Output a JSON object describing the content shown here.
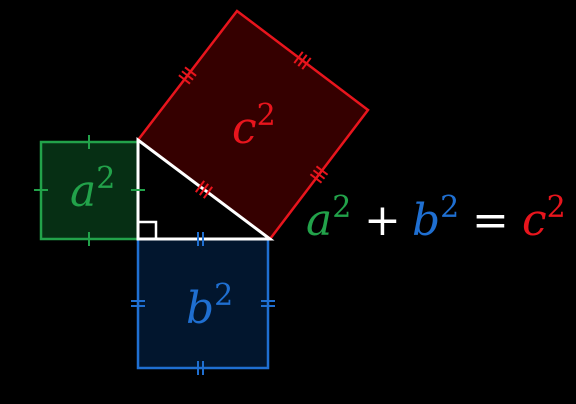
{
  "colors": {
    "background": "#000000",
    "triangle": "#ffffff",
    "square_a_stroke": "#22a24a",
    "square_a_fill": "#062f14",
    "square_b_stroke": "#1f6fd1",
    "square_b_fill": "#02162e",
    "square_c_stroke": "#e8151d",
    "square_c_fill": "#350000"
  },
  "labels": {
    "a_square": {
      "letter": "a",
      "exponent": "2"
    },
    "b_square": {
      "letter": "b",
      "exponent": "2"
    },
    "c_square": {
      "letter": "c",
      "exponent": "2"
    }
  },
  "formula": {
    "term1": {
      "letter": "a",
      "exponent": "2"
    },
    "plus": "+",
    "term2": {
      "letter": "b",
      "exponent": "2"
    },
    "equals": "=",
    "term3": {
      "letter": "c",
      "exponent": "2"
    }
  }
}
